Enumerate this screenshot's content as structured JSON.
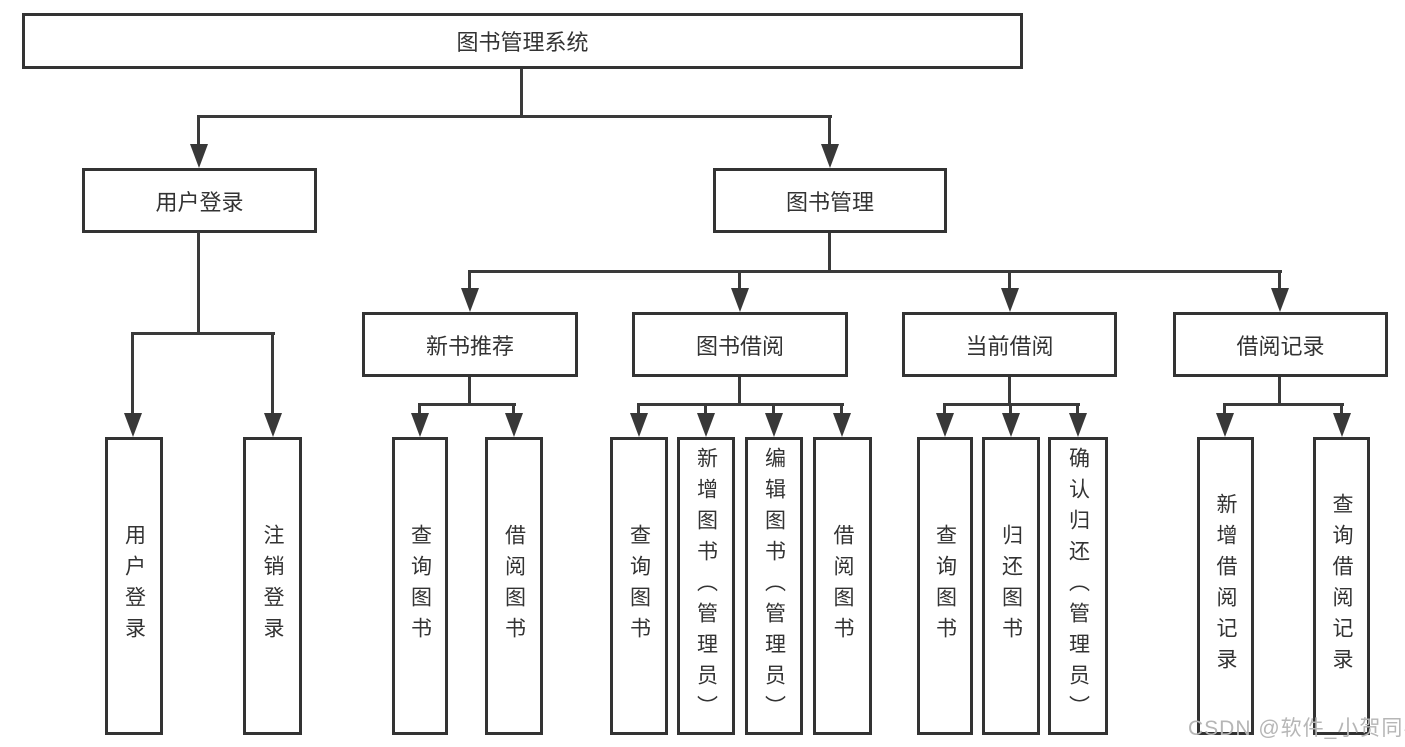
{
  "diagram": {
    "root": {
      "label": "图书管理系统"
    },
    "branches": [
      {
        "label": "用户登录",
        "children": [
          {
            "label": "用户登录"
          },
          {
            "label": "注销登录"
          }
        ]
      },
      {
        "label": "图书管理",
        "children": [
          {
            "label": "新书推荐",
            "children": [
              {
                "label": "查询图书"
              },
              {
                "label": "借阅图书"
              }
            ]
          },
          {
            "label": "图书借阅",
            "children": [
              {
                "label": "查询图书"
              },
              {
                "label": "新增图书（管理员）"
              },
              {
                "label": "编辑图书（管理员）"
              },
              {
                "label": "借阅图书"
              }
            ]
          },
          {
            "label": "当前借阅",
            "children": [
              {
                "label": "查询图书"
              },
              {
                "label": "归还图书"
              },
              {
                "label": "确认归还（管理员）"
              }
            ]
          },
          {
            "label": "借阅记录",
            "children": [
              {
                "label": "新增借阅记录"
              },
              {
                "label": "查询借阅记录"
              }
            ]
          }
        ]
      }
    ]
  },
  "watermark": {
    "text": "CSDN @软件_小贺同学"
  },
  "colors": {
    "line": "#3a3a3a",
    "box_border": "#333333",
    "text": "#333333",
    "watermark": "#b6b6b6",
    "background": "#ffffff"
  }
}
